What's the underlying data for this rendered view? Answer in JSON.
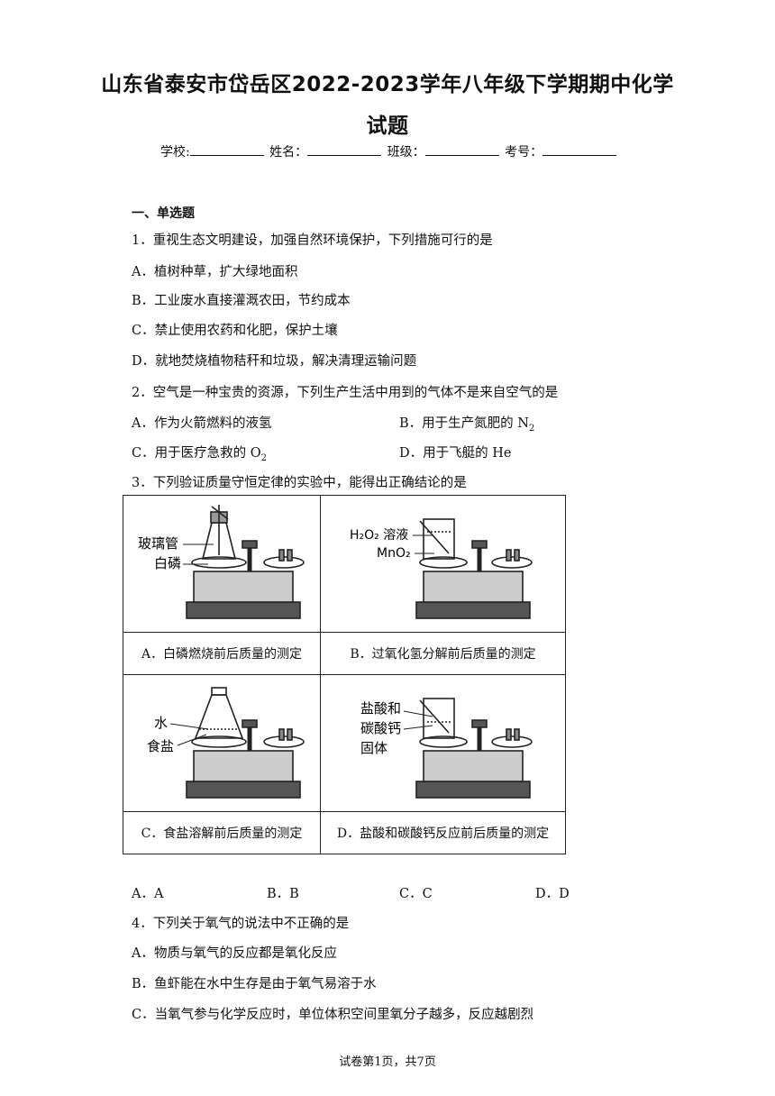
{
  "header": {
    "title_line1": "山东省泰安市岱岳区2022-2023学年八年级下学期期中化学",
    "title_line2": "试题",
    "school_label": "学校:",
    "name_label": "姓名：",
    "class_label": "班级：",
    "number_label": "考号："
  },
  "section": {
    "title": "一、单选题"
  },
  "q1": {
    "stem": "1．重视生态文明建设，加强自然环境保护，下列措施可行的是",
    "a": "A．植树种草，扩大绿地面积",
    "b": "B．工业废水直接灌溉农田，节约成本",
    "c": "C．禁止使用农药和化肥，保护土壤",
    "d": "D．就地焚烧植物秸秆和垃圾，解决清理运输问题"
  },
  "q2": {
    "stem": "2．空气是一种宝贵的资源，下列生产生活中用到的气体不是来自空气的是",
    "a": "A．作为火箭燃料的液氢",
    "b_pre": "B．用于生产氮肥的 N",
    "b_sub": "2",
    "c_pre": "C．用于医疗急救的 O",
    "c_sub": "2",
    "d": "D．用于飞艇的 He"
  },
  "q3": {
    "stem": "3．下列验证质量守恒定律的实验中，能得出正确结论的是",
    "cells": [
      {
        "caption": "A．白磷燃烧前后质量的测定",
        "labels": [
          "玻璃管",
          "白磷"
        ]
      },
      {
        "caption": "B．过氧化氢分解前后质量的测定",
        "labels": [
          "H₂O₂ 溶液",
          "MnO₂"
        ]
      },
      {
        "caption": "C．食盐溶解前后质量的测定",
        "labels": [
          "水",
          "食盐"
        ]
      },
      {
        "caption": "D．盐酸和碳酸钙反应前后质量的测定",
        "labels": [
          "盐酸和",
          "碳酸钙",
          "固体"
        ]
      }
    ],
    "a": "A．A",
    "b": "B．B",
    "c": "C．C",
    "d": "D．D"
  },
  "q4": {
    "stem": "4．下列关于氧气的说法中不正确的是",
    "a": "A．物质与氧气的反应都是氧化反应",
    "b": "B．鱼虾能在水中生存是由于氧气易溶于水",
    "c": "C．当氧气参与化学反应时，单位体积空间里氧分子越多，反应越剧烈"
  },
  "footer": {
    "page": "试卷第1页，共7页"
  }
}
